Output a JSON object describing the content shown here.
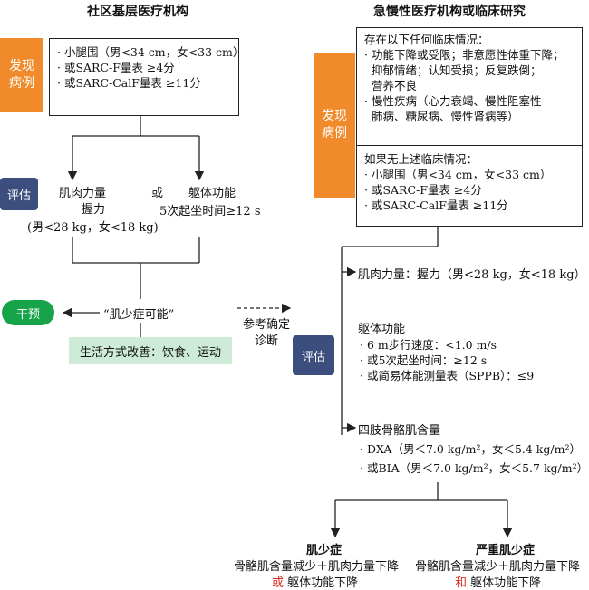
{
  "headers": {
    "left": "社区基层医疗机构",
    "right": "急慢性医疗机构或临床研究"
  },
  "labels": {
    "find_cases": "发现\n病例",
    "assess": "评估",
    "intervene": "干预"
  },
  "left_screen": {
    "lines": [
      "· 小腿围（男<34 cm，女<33 cm）",
      "· 或SARC-F量表 ≥4分",
      "· 或SARC-CalF量表 ≥11分"
    ]
  },
  "left_assess": {
    "muscle_strength_title": "肌肉力量",
    "grip": "握力",
    "grip_criteria": "(男<28 kg，女<18 kg)",
    "or": "或",
    "physical_function_title": "躯体功能",
    "chair_stand": "5次起坐时间≥12 s"
  },
  "possible": "“肌少症可能”",
  "lifestyle": "生活方式改善：饮食、运动",
  "reference": "参考确定\n诊断",
  "right_screen": {
    "group1_title": "存在以下任何临床情况：",
    "group1_items": [
      "· 功能下降或受限；非意愿性体重下降；",
      "  抑郁情绪；认知受损；反复跌倒；",
      "  营养不良",
      "· 慢性疾病（心力衰竭、慢性阻塞性",
      "  肺病、糖尿病、慢性肾病等）"
    ],
    "group2_title": "如果无上述临床情况：",
    "group2_items": [
      "· 小腿围（男<34 cm，女<33 cm）",
      "· 或SARC-F量表 ≥4分",
      "· 或SARC-CalF量表 ≥11分"
    ]
  },
  "right_assess": {
    "strength": "肌肉力量：握力（男<28 kg，女<18 kg）",
    "physical_title": "躯体功能",
    "physical_items": [
      "· 6 m步行速度：<1.0 m/s",
      "· 或5次起坐时间：≥12 s",
      "· 或简易体能测量表（SPPB）：≤9"
    ],
    "mass_title": "四肢骨骼肌含量",
    "mass_items": [
      "· DXA（男＜7.0 kg/m²，女＜5.4 kg/m²）",
      "· 或BIA（男＜7.0 kg/m²，女＜5.7 kg/m²）"
    ]
  },
  "outcomes": {
    "sarcopenia_title": "肌少症",
    "sarcopenia_line1": "骨骼肌含量减少＋肌肉力量下降",
    "sarcopenia_or": "或",
    "sarcopenia_line2": "躯体功能下降",
    "severe_title": "严重肌少症",
    "severe_line1": "骨骼肌含量减少＋肌肉力量下降",
    "severe_and": "和",
    "severe_line2": "躯体功能下降"
  },
  "colors": {
    "orange": "#f08a2a",
    "navy": "#3c4e7e",
    "green": "#17a34a",
    "mint": "#cdebd7",
    "red": "#d9261c"
  }
}
